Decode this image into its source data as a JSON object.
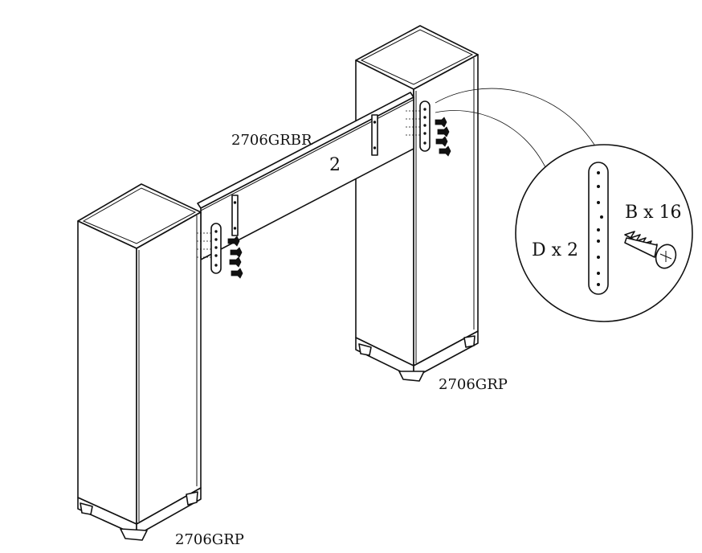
{
  "labels": {
    "top_panel": "2706GRBR",
    "panel_number": "2",
    "right_cabinet": "2706GRP",
    "left_cabinet": "2706GRP",
    "plate_qty": "D x 2",
    "screw_qty": "B x 16"
  },
  "parts": {
    "plate_code": "D",
    "plate_count": 2,
    "screw_code": "B",
    "screw_count": 16
  }
}
